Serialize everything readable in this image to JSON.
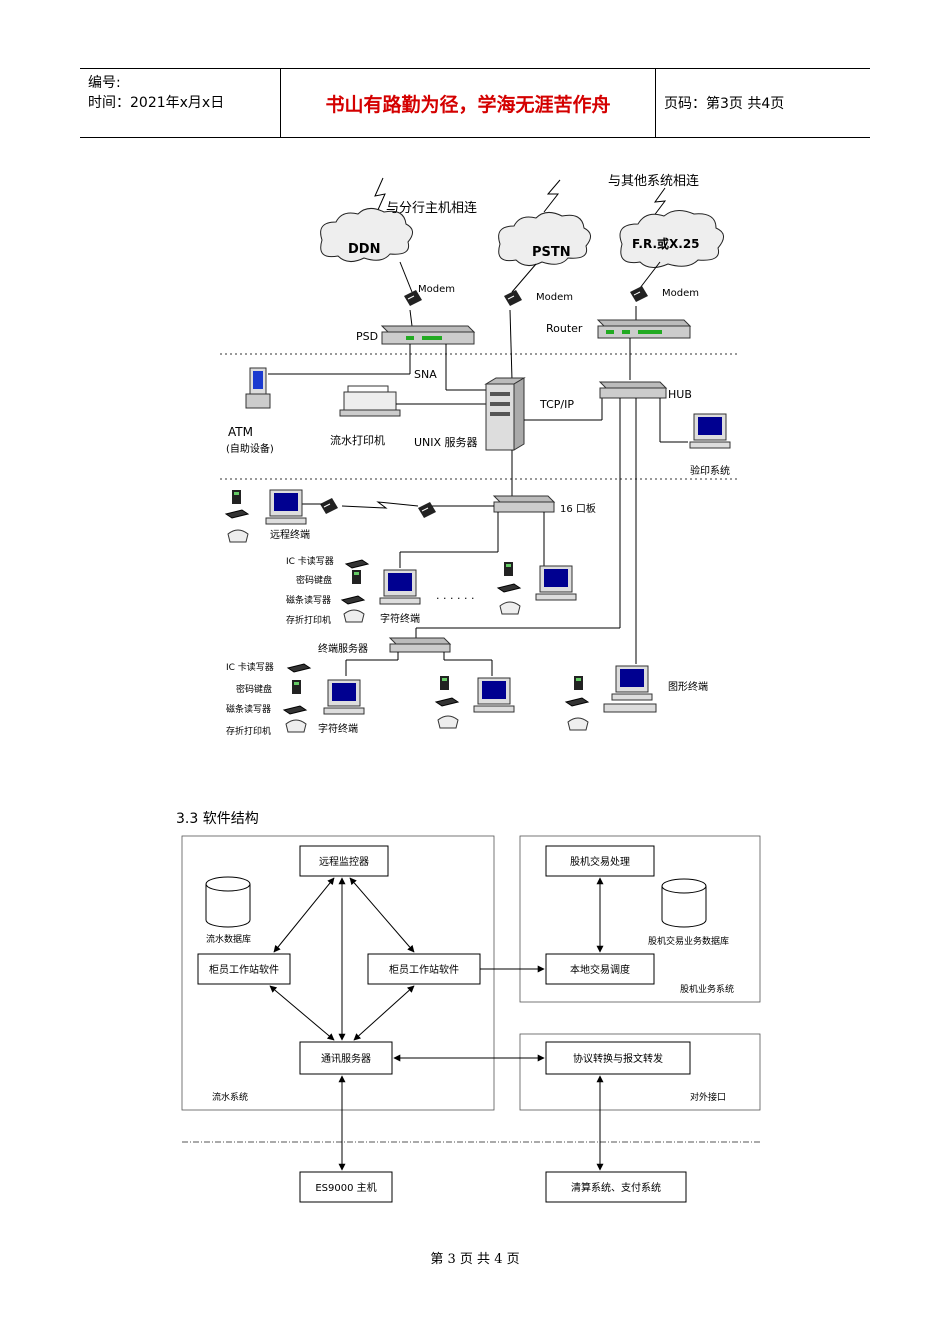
{
  "header": {
    "code_label": "编号:",
    "time_label": "时间：2021年x月x日",
    "motto": "书山有路勤为径，学海无涯苦作舟",
    "page_info": "页码：第3页  共4页"
  },
  "network_diagram": {
    "clouds": {
      "ddn": "DDN",
      "pstn": "PSTN",
      "fr": "F.R.或X.25"
    },
    "cloud_notes": {
      "branch": "与分行主机相连",
      "other": "与其他系统相连"
    },
    "modems": {
      "m1": "Modem",
      "m2": "Modem",
      "m3": "Modem"
    },
    "devices": {
      "psd": "PSD",
      "router": "Router",
      "sna": "SNA",
      "tcpip": "TCP/IP",
      "hub": "HUB",
      "atm": "ATM",
      "atm_sub": "(自助设备)",
      "printer": "流水打印机",
      "unix": "UNIX 服务器",
      "voucher": "验印系统",
      "port16": "16 口板",
      "remote": "远程终端",
      "term_server": "终端服务器",
      "graphic": "图形终端",
      "dots": "· · · · · ·"
    },
    "peripherals": {
      "ic1": "IC 卡读写器",
      "pwd1": "密码键盘",
      "mag1": "磁条读写器",
      "print1": "存折打印机",
      "term1": "字符终端",
      "ic2": "IC 卡读写器",
      "pwd2": "密码键盘",
      "mag2": "磁条读写器",
      "print2": "存折打印机",
      "term2": "字符终端"
    }
  },
  "section_title": "3.3 软件结构",
  "software_diagram": {
    "boxes": {
      "remote_monitor": "远程监控器",
      "counter_left": "柜员工作站软件",
      "counter_right": "柜员工作站软件",
      "comm_server": "通讯服务器",
      "stock_proc": "股机交易处理",
      "local_sched": "本地交易调度",
      "protocol": "协议转换与报文转发",
      "host": "ES9000 主机",
      "clearing": "清算系统、支付系统"
    },
    "labels": {
      "flow_db": "流水数据库",
      "stock_db": "股机交易业务数据库",
      "stock_sys": "股机业务系统",
      "flow_sys": "流水系统",
      "external": "对外接口"
    }
  },
  "footer": "第 3 页 共 4 页"
}
